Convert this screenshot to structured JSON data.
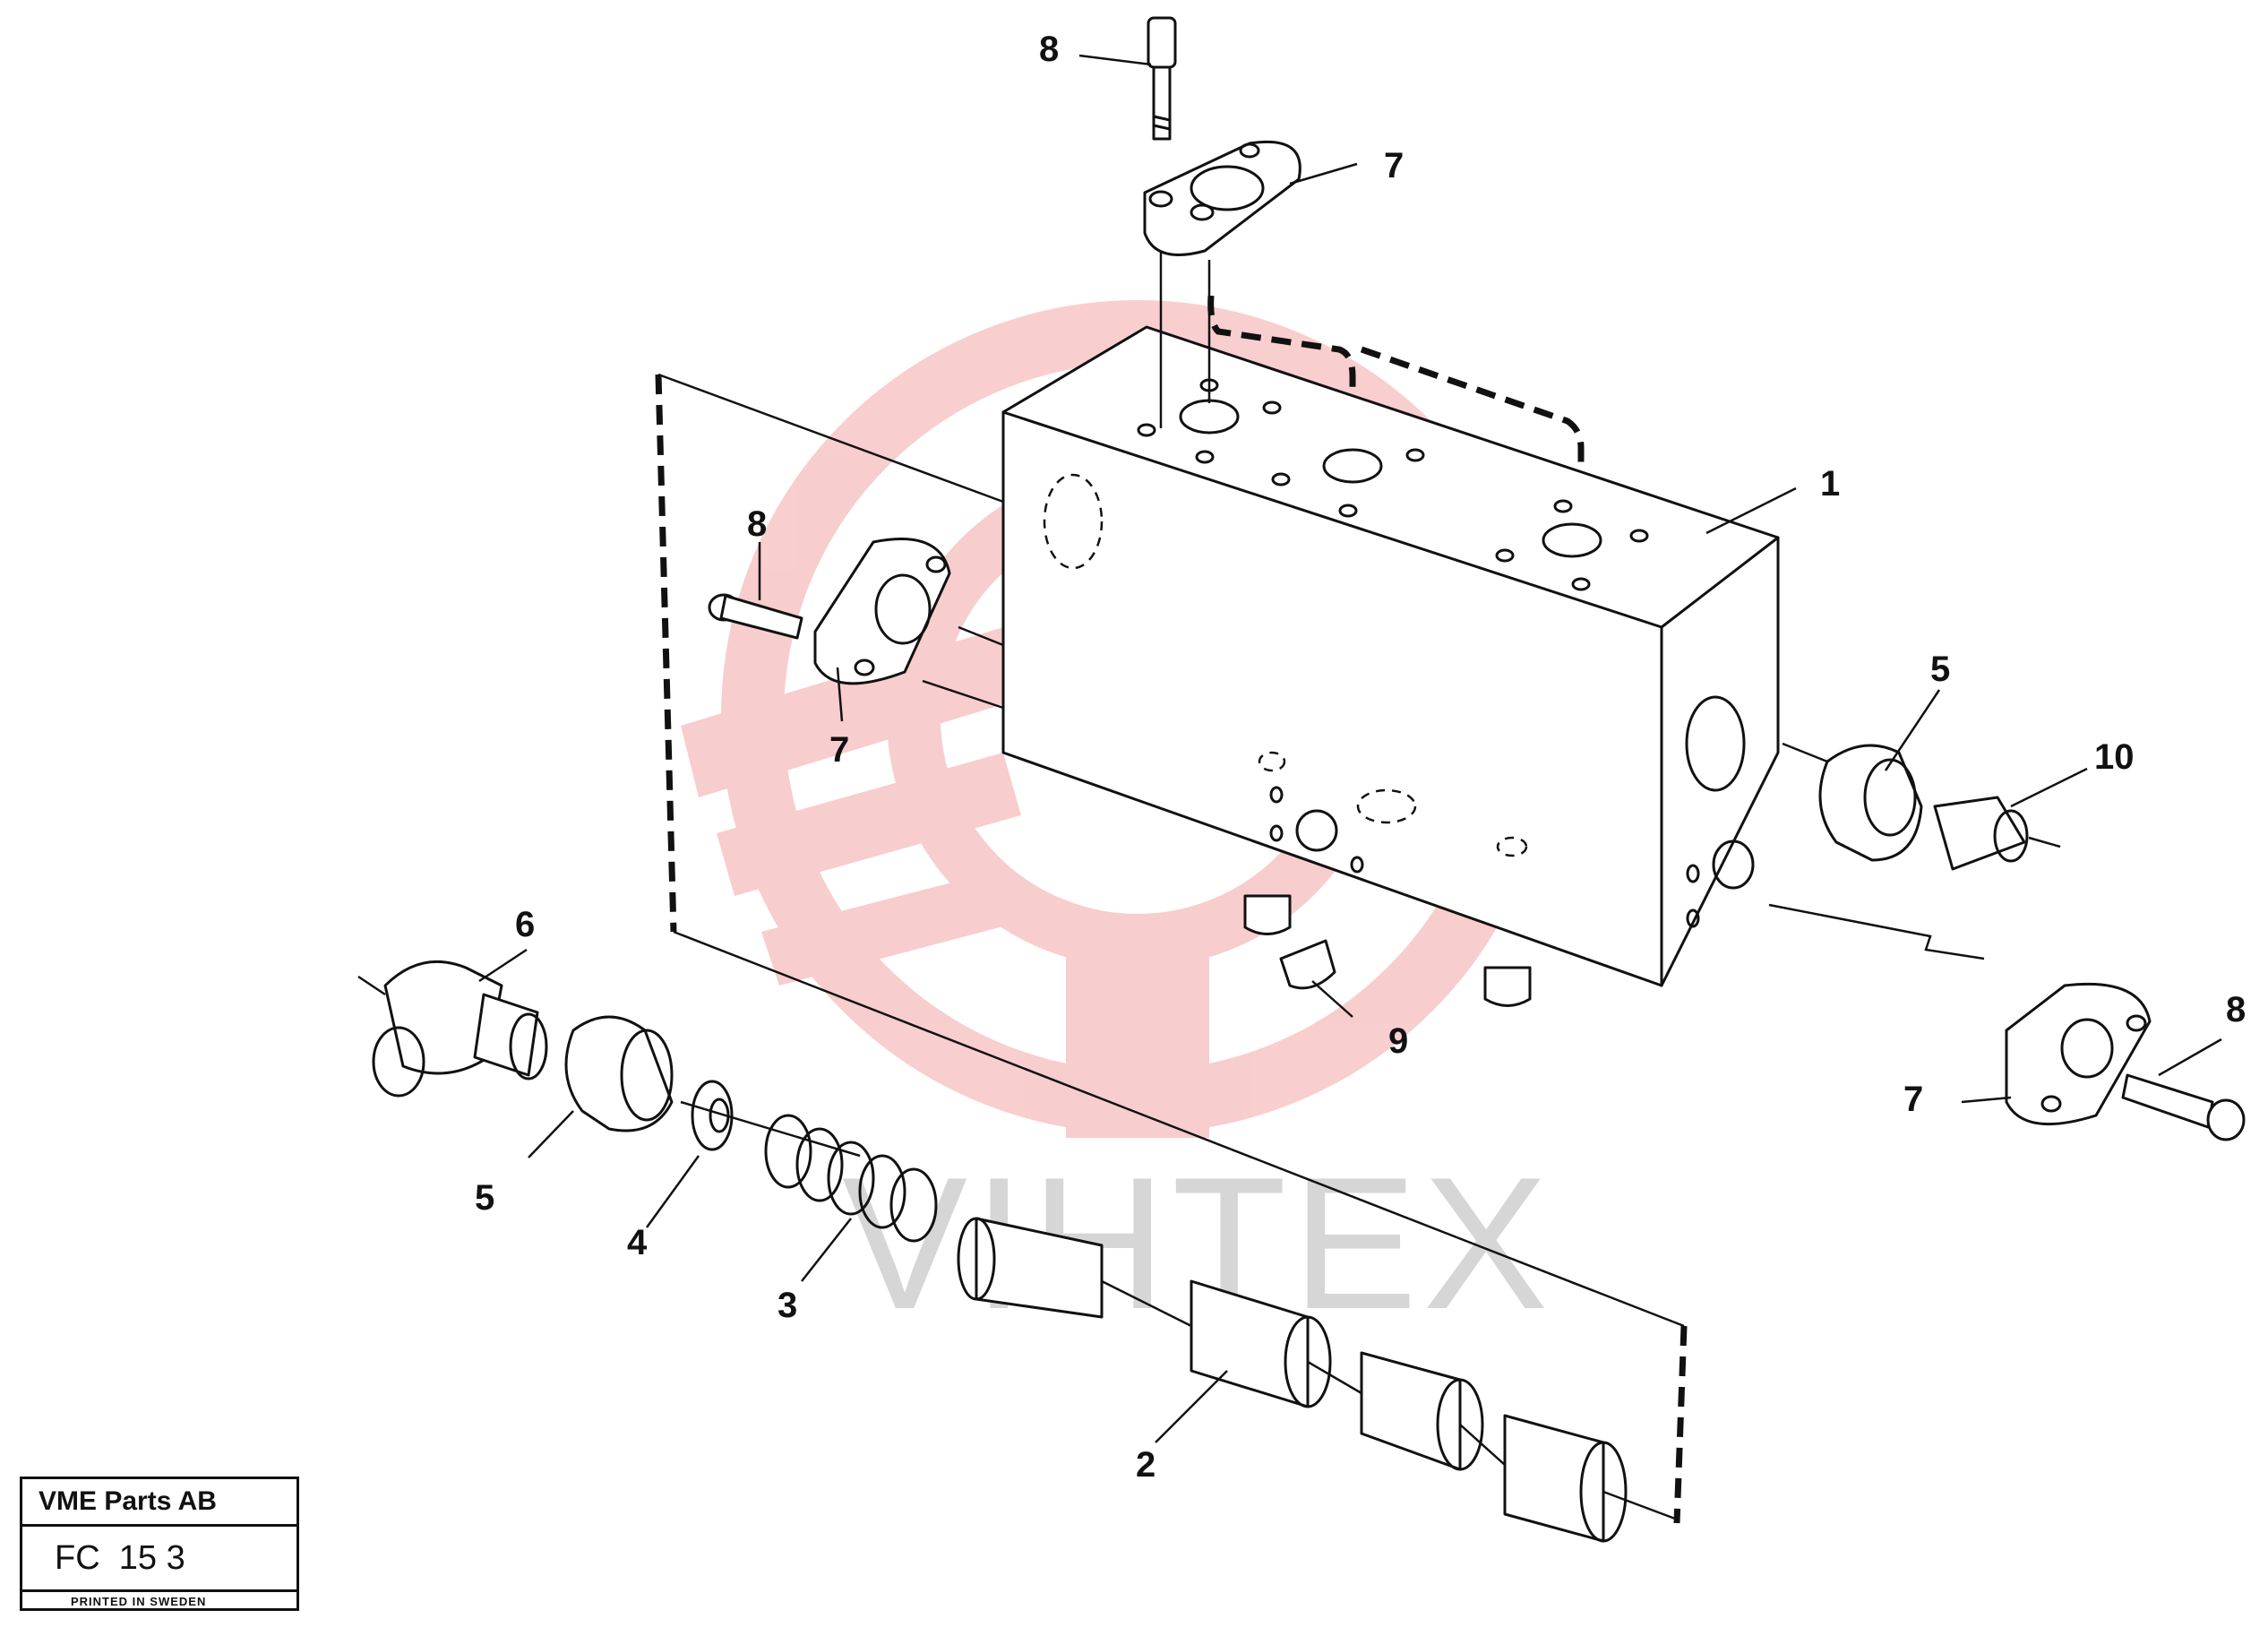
{
  "watermark": {
    "text": "VIHTEX",
    "logo_color": "#f4a6a6"
  },
  "callouts": [
    {
      "id": "c8-top",
      "label": "8"
    },
    {
      "id": "c7-top",
      "label": "7"
    },
    {
      "id": "c1",
      "label": "1"
    },
    {
      "id": "c8-left",
      "label": "8"
    },
    {
      "id": "c7-left",
      "label": "7"
    },
    {
      "id": "c5-right",
      "label": "5"
    },
    {
      "id": "c10",
      "label": "10"
    },
    {
      "id": "c6",
      "label": "6"
    },
    {
      "id": "c9",
      "label": "9"
    },
    {
      "id": "c8-right",
      "label": "8"
    },
    {
      "id": "c7-right",
      "label": "7"
    },
    {
      "id": "c5-left",
      "label": "5"
    },
    {
      "id": "c4",
      "label": "4"
    },
    {
      "id": "c3",
      "label": "3"
    },
    {
      "id": "c2",
      "label": "2"
    }
  ],
  "title_block": {
    "company": "VME Parts AB",
    "code": "FC  15 3",
    "printed": "PRINTED IN SWEDEN"
  }
}
